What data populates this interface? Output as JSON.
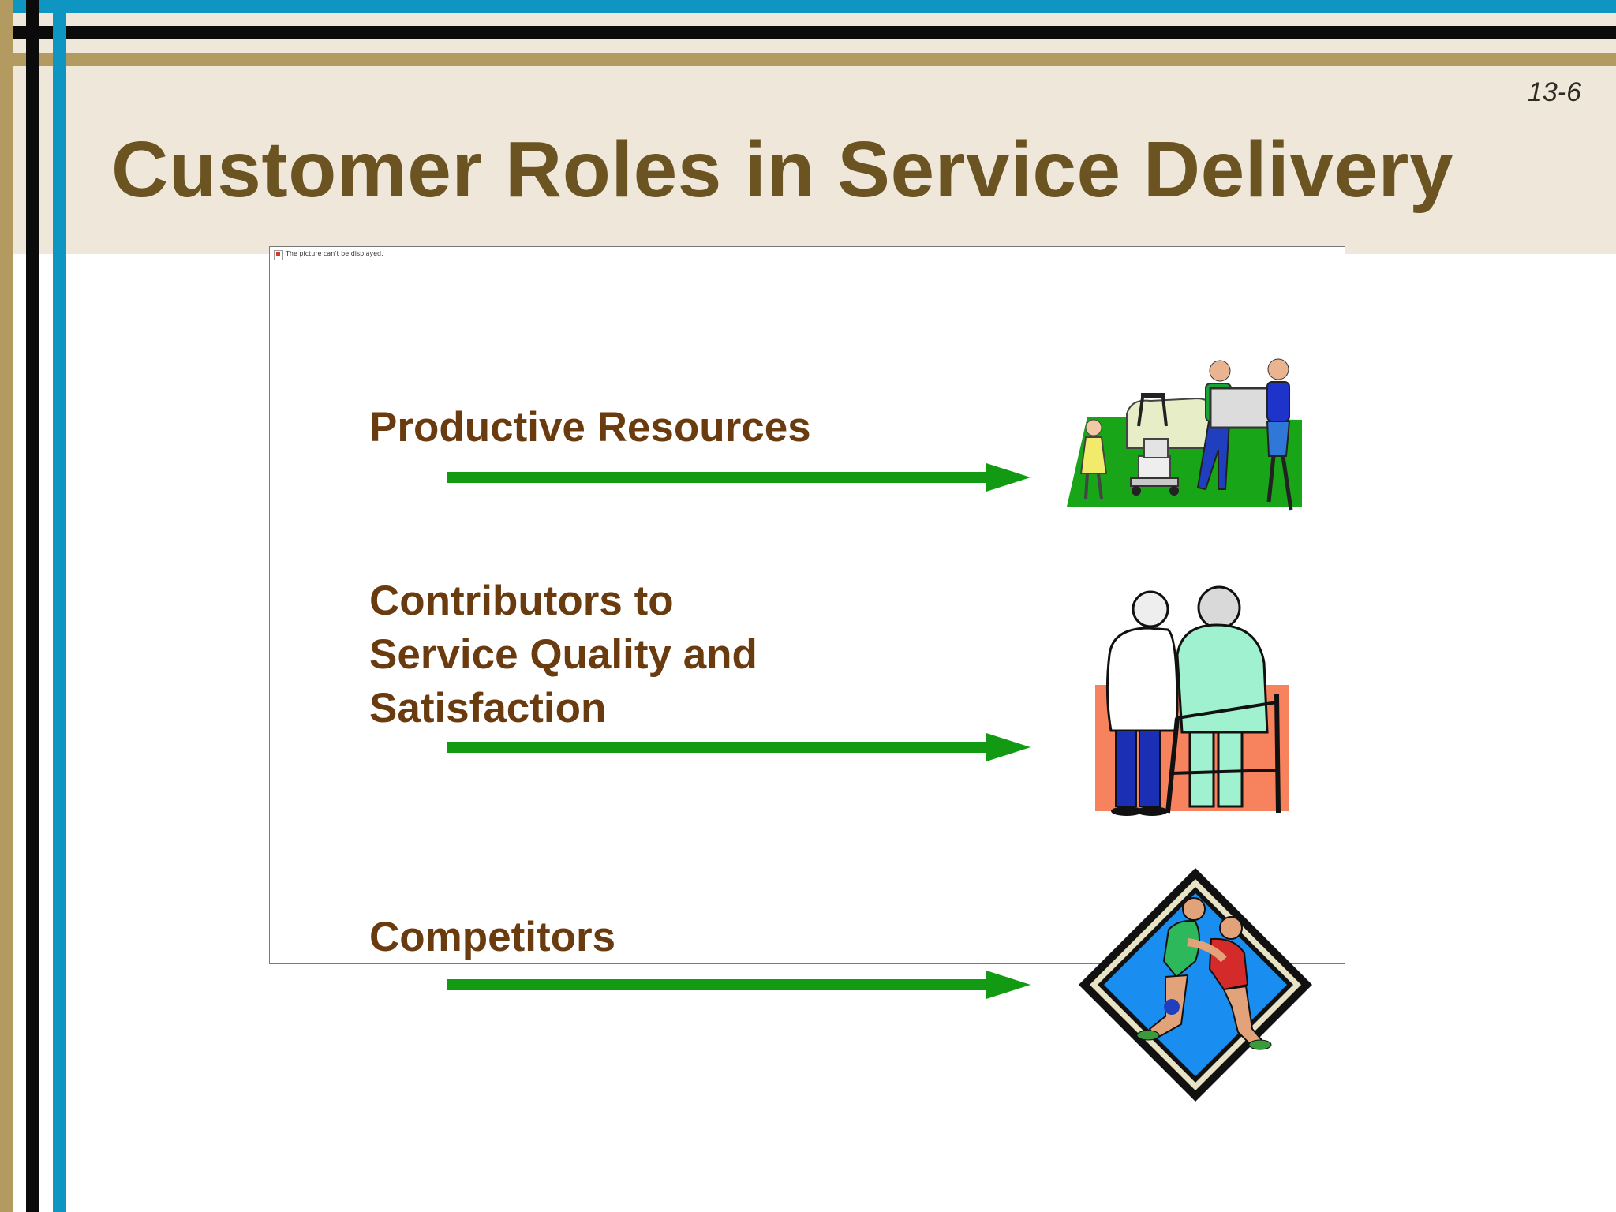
{
  "slide": {
    "number": "13-6",
    "title": "Customer Roles in Service Delivery",
    "broken_image_message": "The picture can't be displayed."
  },
  "roles": [
    {
      "label": "Productive Resources",
      "illustration": "people-moving-furniture-illustration"
    },
    {
      "label_lines": [
        "Contributors to",
        "Service Quality and",
        "Satisfaction"
      ],
      "illustration": "doctor-helping-patient-with-walker-illustration"
    },
    {
      "label": "Competitors",
      "illustration": "wrestlers-diamond-illustration"
    }
  ],
  "colors": {
    "title": "#6b5421",
    "role_text": "#6b3b10",
    "arrow": "#119a12",
    "header_band": "#efe8da",
    "stripe_blue": "#0f95c1",
    "stripe_black": "#0b0b0b",
    "stripe_tan": "#b29a61"
  }
}
